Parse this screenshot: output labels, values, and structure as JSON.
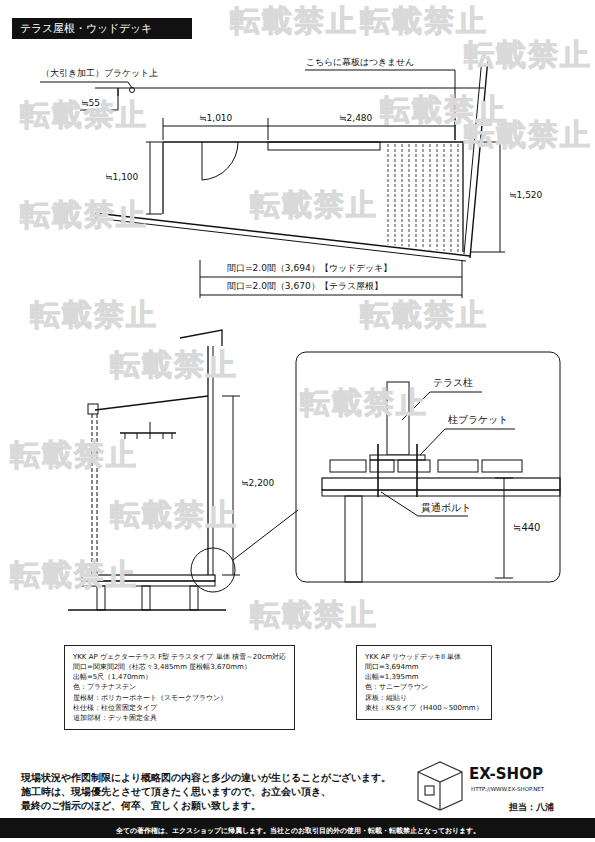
{
  "diagram": {
    "title": "テラス屋根・ウッドデッキ",
    "nodes": [
      {
        "text": [
          "YKK AP ヴェクターテラス F型 テラスタイプ 単体 積雪～20cm対応",
          "間口=関東間2間（柱芯々3,485mm 屋根幅3,670mm）",
          "出幅=5尺（1,470mm）",
          "色：プラチナステン",
          "屋根材：ポリカーボネート（スモークブラウン）",
          "柱仕様：柱位置固定タイプ",
          "追加部材：デッキ固定金具"
        ]
      },
      {
        "text": [
          "YKK AP リウッドデッキII 単体",
          "間口=3,694mm",
          "出幅=1,395mm",
          "色：サニーブラウン",
          "床板：縦貼り",
          "束柱：KSタイプ（H400～500mm）"
        ]
      },
      {
        "text": [
          "全ての著作権は、エクスショップに帰属します。当社とのお取引目的外の使用・転載・転載禁止となっております。"
        ]
      }
    ],
    "labels": [
      "（大引き加工）ブラケット上",
      "≒55",
      "こちらに幕板はつきません",
      "≒1,010",
      "≒2,480",
      "≒1,100",
      "≒1,520",
      "間口=2.0間（3,694）【ウッドデッキ】",
      "間口=2.0間（3,670）【テラス屋根】",
      "≒2,200",
      "テラス柱",
      "柱ブラケット",
      "貫通ボルト",
      "≒440",
      "現場状況や作図制限により概略図の内容と多少の違いが生じることがございます。",
      "施工時は、現場優先とさせて頂きたく思いますので、お立会い頂き、",
      "最終のご指示のほど、何卒、宜しくお願い致します。",
      "EX-SHOP",
      "HTTP://WWW.EX-SHOP.NET",
      "担当：八浦",
      "転載禁止",
      "転載禁止",
      "転載禁止",
      "転載禁止",
      "転載禁止",
      "転載禁止",
      "転載禁止",
      "転載禁止",
      "転載禁止",
      "転載禁止",
      "転載禁止",
      "転載禁止",
      "転載禁止",
      "転載禁止",
      "転載禁止",
      "転載禁止"
    ]
  }
}
